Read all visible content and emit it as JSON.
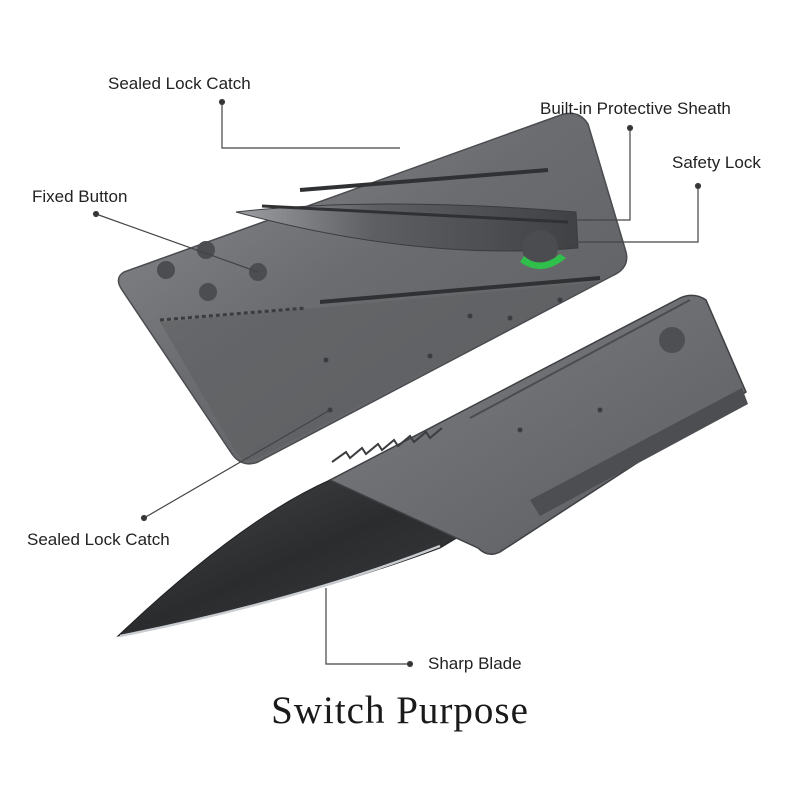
{
  "callouts": {
    "sealed_lock_catch_top": "Sealed Lock Catch",
    "built_in_sheath": "Built-in Protective Sheath",
    "safety_lock": "Safety Lock",
    "fixed_button": "Fixed Button",
    "sealed_lock_catch_bottom": "Sealed Lock Catch",
    "sharp_blade": "Sharp Blade"
  },
  "caption": "Switch Purpose",
  "colors": {
    "background": "#ffffff",
    "card_metal": "#6e7073",
    "blade_dark": "#2f3133",
    "callout_line": "#444444",
    "lock_green": "#2fbf4a"
  }
}
